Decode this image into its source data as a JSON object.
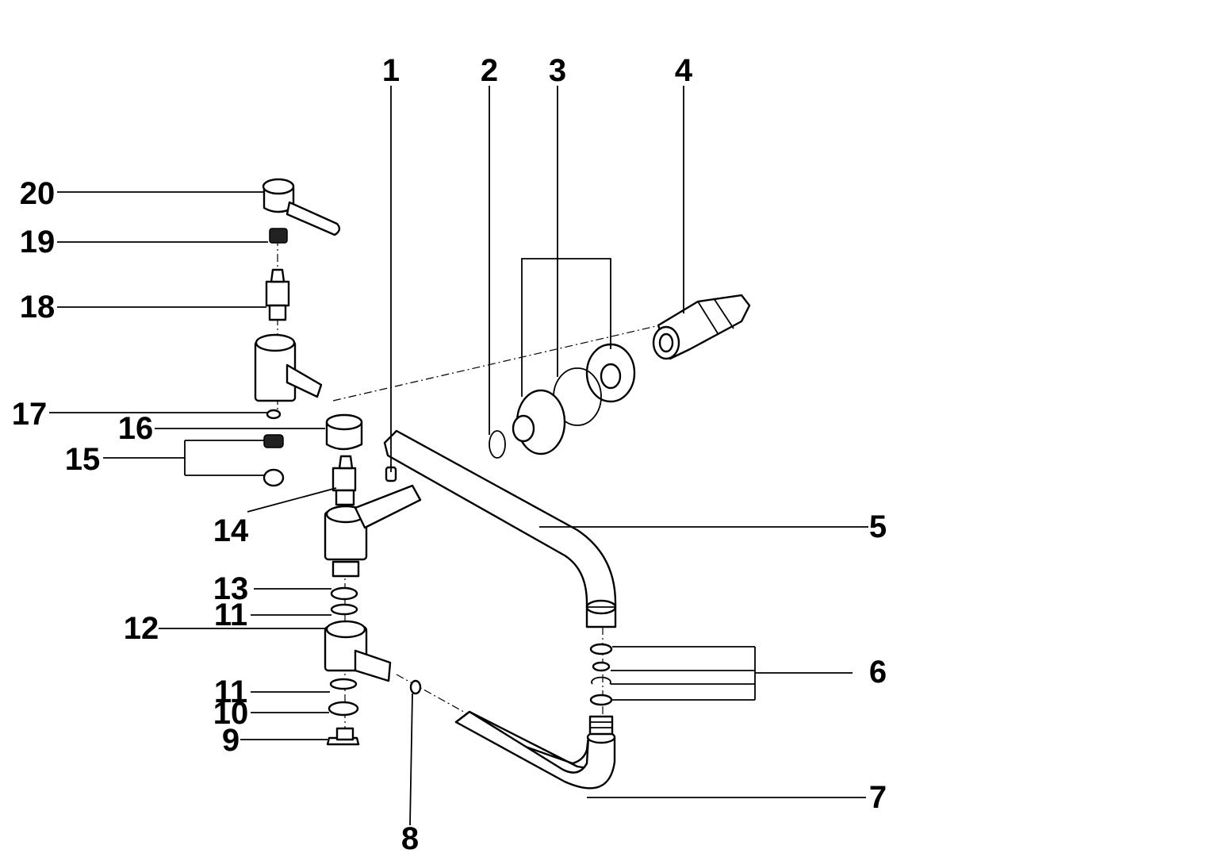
{
  "callouts": {
    "n1": "1",
    "n2": "2",
    "n3": "3",
    "n4": "4",
    "n5": "5",
    "n6": "6",
    "n7": "7",
    "n8": "8",
    "n9": "9",
    "n10": "10",
    "n11a": "11",
    "n11b": "11",
    "n12": "12",
    "n13": "13",
    "n14": "14",
    "n15": "15",
    "n16": "16",
    "n17": "17",
    "n18": "18",
    "n19": "19",
    "n20": "20"
  },
  "colors": {
    "ink": "#000000",
    "paper": "#ffffff"
  }
}
